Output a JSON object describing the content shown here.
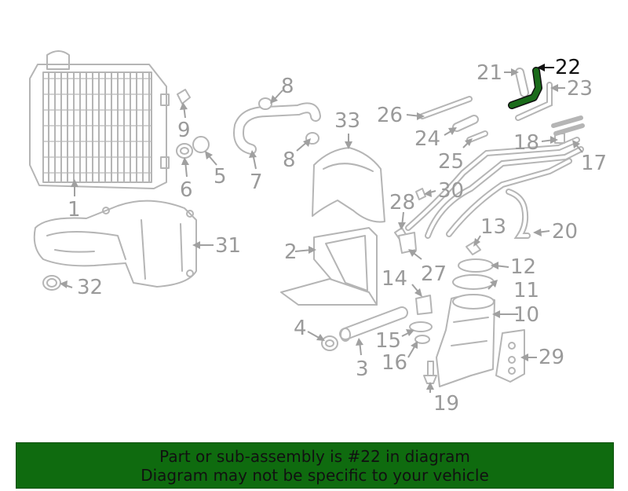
{
  "callouts": {
    "c1": "1",
    "c2": "2",
    "c3": "3",
    "c4": "4",
    "c5": "5",
    "c6": "6",
    "c7": "7",
    "c8a": "8",
    "c8b": "8",
    "c9": "9",
    "c10": "10",
    "c11": "11",
    "c12": "12",
    "c13": "13",
    "c14": "14",
    "c15": "15",
    "c16": "16",
    "c17": "17",
    "c18": "18",
    "c19": "19",
    "c20": "20",
    "c21": "21",
    "c22": "22",
    "c23": "23",
    "c24": "24",
    "c25": "25",
    "c26": "26",
    "c27": "27",
    "c28": "28",
    "c29": "29",
    "c30": "30",
    "c31": "31",
    "c32": "32",
    "c33": "33"
  },
  "highlighted_part": "22",
  "colors": {
    "highlight": "#1a6b1a",
    "banner_bg": "#0f6b0f",
    "line_art": "#b5b5b5"
  },
  "banner": {
    "line1": "Part or sub-assembly is #22 in diagram",
    "line2": "Diagram may not be specific to your vehicle"
  }
}
